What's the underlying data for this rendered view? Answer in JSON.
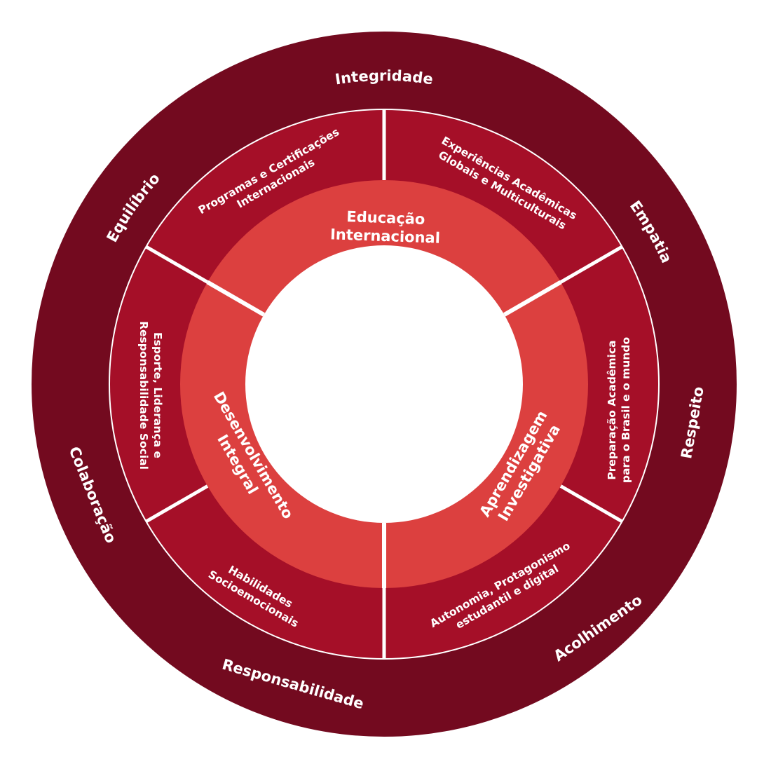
{
  "colors": {
    "outer_ring": "#730a1f",
    "middle_ring": "#a50f28",
    "inner_ring": "#dc403f",
    "center": "#ffffff",
    "divider": "#ffffff",
    "text": "#ffffff"
  },
  "values_ring": {
    "integridade": "Integridade",
    "empatia": "Empatia",
    "respeito": "Respeito",
    "acolhimento": "Acolhimento",
    "responsabilidade": "Responsabilidade",
    "colaboracao": "Colaboração",
    "equilibrio": "Equilíbrio"
  },
  "middle_ring": {
    "programas": [
      "Programas e Certificações",
      "Internacionais"
    ],
    "experiencias": [
      "Experiências Acadêmicas",
      "Globais e Multiculturais"
    ],
    "preparacao": [
      "Preparação Acadêmica",
      "para o Brasil e o mundo"
    ],
    "autonomia": [
      "Autonomia, Protagonismo",
      "estudantil e digital"
    ],
    "habilidades": [
      "Habilidades",
      "Socioemocionais"
    ],
    "esporte": [
      "Esporte, Liderança e",
      "Responsabilidade Social"
    ]
  },
  "inner_ring": {
    "educacao": [
      "Educação",
      "Internacional"
    ],
    "aprendizagem": [
      "Aprendizagem",
      "Investigativa"
    ],
    "desenvolvimento": [
      "Desenvolvimento",
      "Integral"
    ]
  }
}
